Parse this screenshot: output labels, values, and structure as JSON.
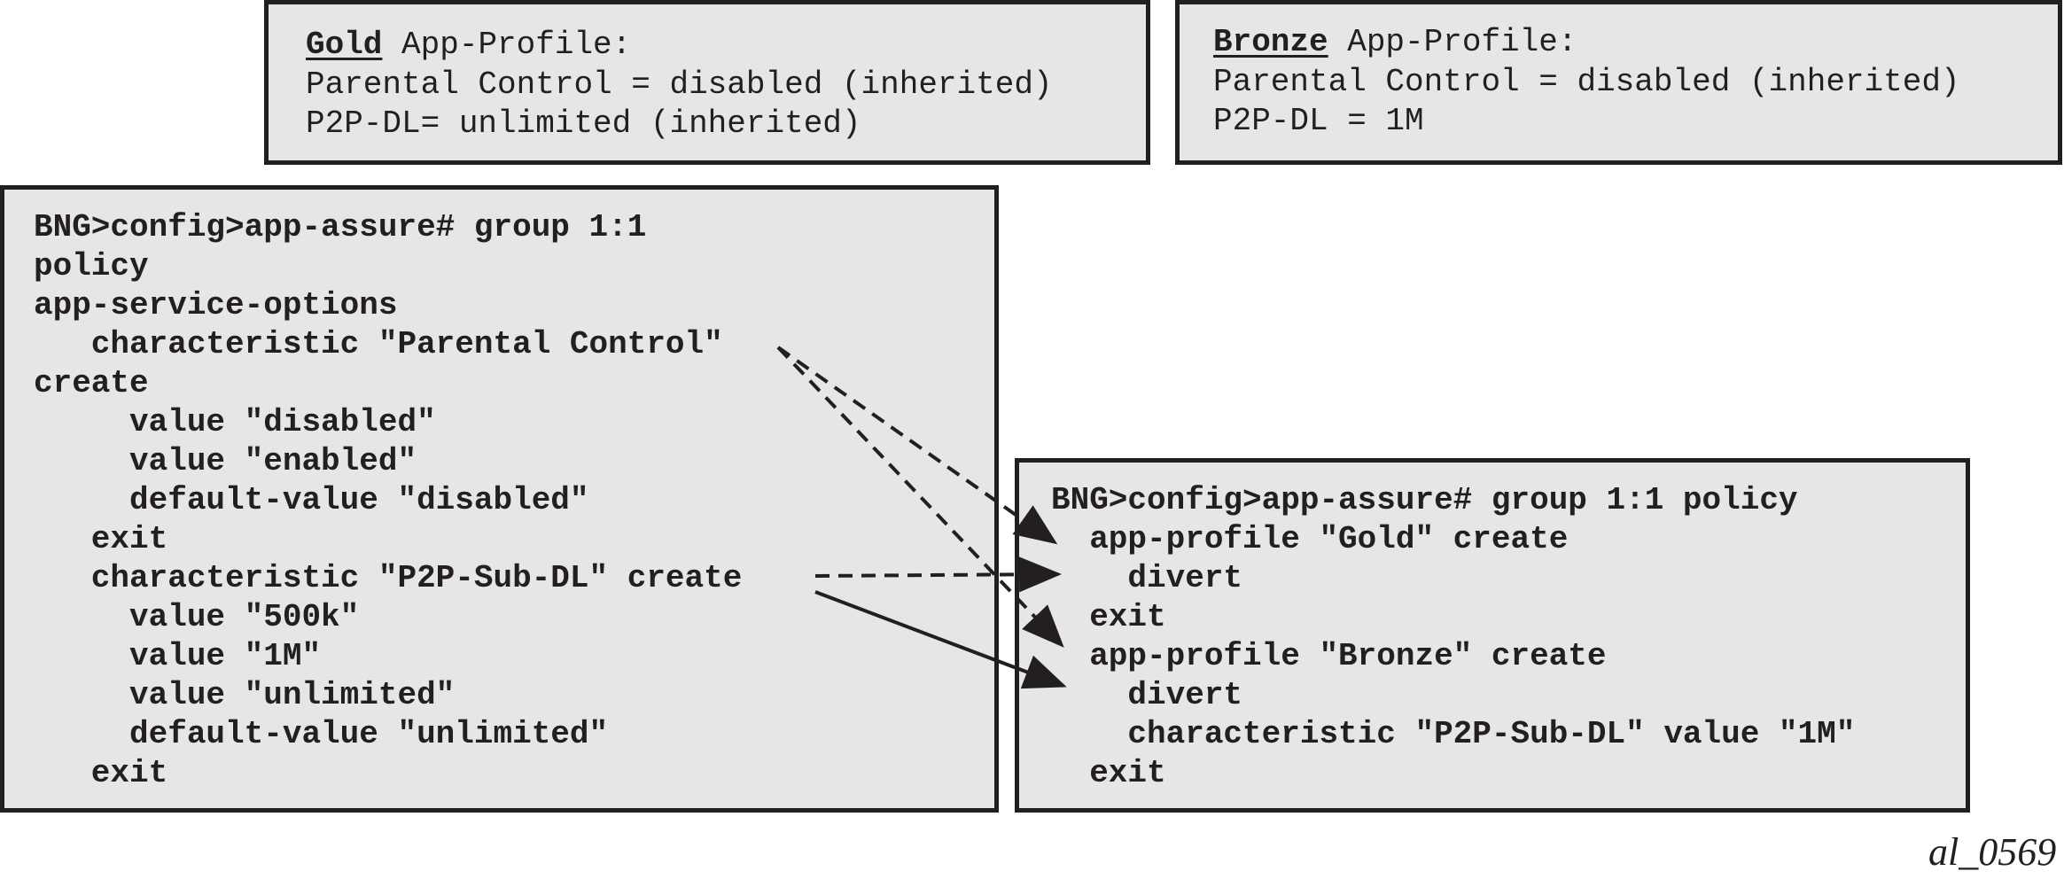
{
  "gold_profile": {
    "name": "Gold",
    "heading_suffix": " App-Profile:",
    "lines": [
      "Parental Control = disabled (inherited)",
      "P2P-DL= unlimited (inherited)"
    ]
  },
  "bronze_profile": {
    "name": "Bronze",
    "heading_suffix": " App-Profile:",
    "lines": [
      "Parental Control = disabled (inherited)",
      "P2P-DL = 1M"
    ]
  },
  "group_config": {
    "lines": [
      "BNG>config>app-assure# group 1:1",
      "policy",
      "app-service-options",
      "   characteristic \"Parental Control\"",
      "create",
      "     value \"disabled\"",
      "     value \"enabled\"",
      "     default-value \"disabled\"",
      "   exit",
      "   characteristic \"P2P-Sub-DL\" create",
      "     value \"500k\"",
      "     value \"1M\"",
      "     value \"unlimited\"",
      "     default-value \"unlimited\"",
      "   exit"
    ]
  },
  "policy_config": {
    "lines": [
      "BNG>config>app-assure# group 1:1 policy",
      "  app-profile \"Gold\" create",
      "    divert",
      "  exit",
      "  app-profile \"Bronze\" create",
      "    divert",
      "    characteristic \"P2P-Sub-DL\" value \"1M\"",
      "  exit"
    ]
  },
  "figure_ref": "al_0569",
  "colors": {
    "box_fill": "#e6e6e6",
    "ink": "#231f20"
  }
}
